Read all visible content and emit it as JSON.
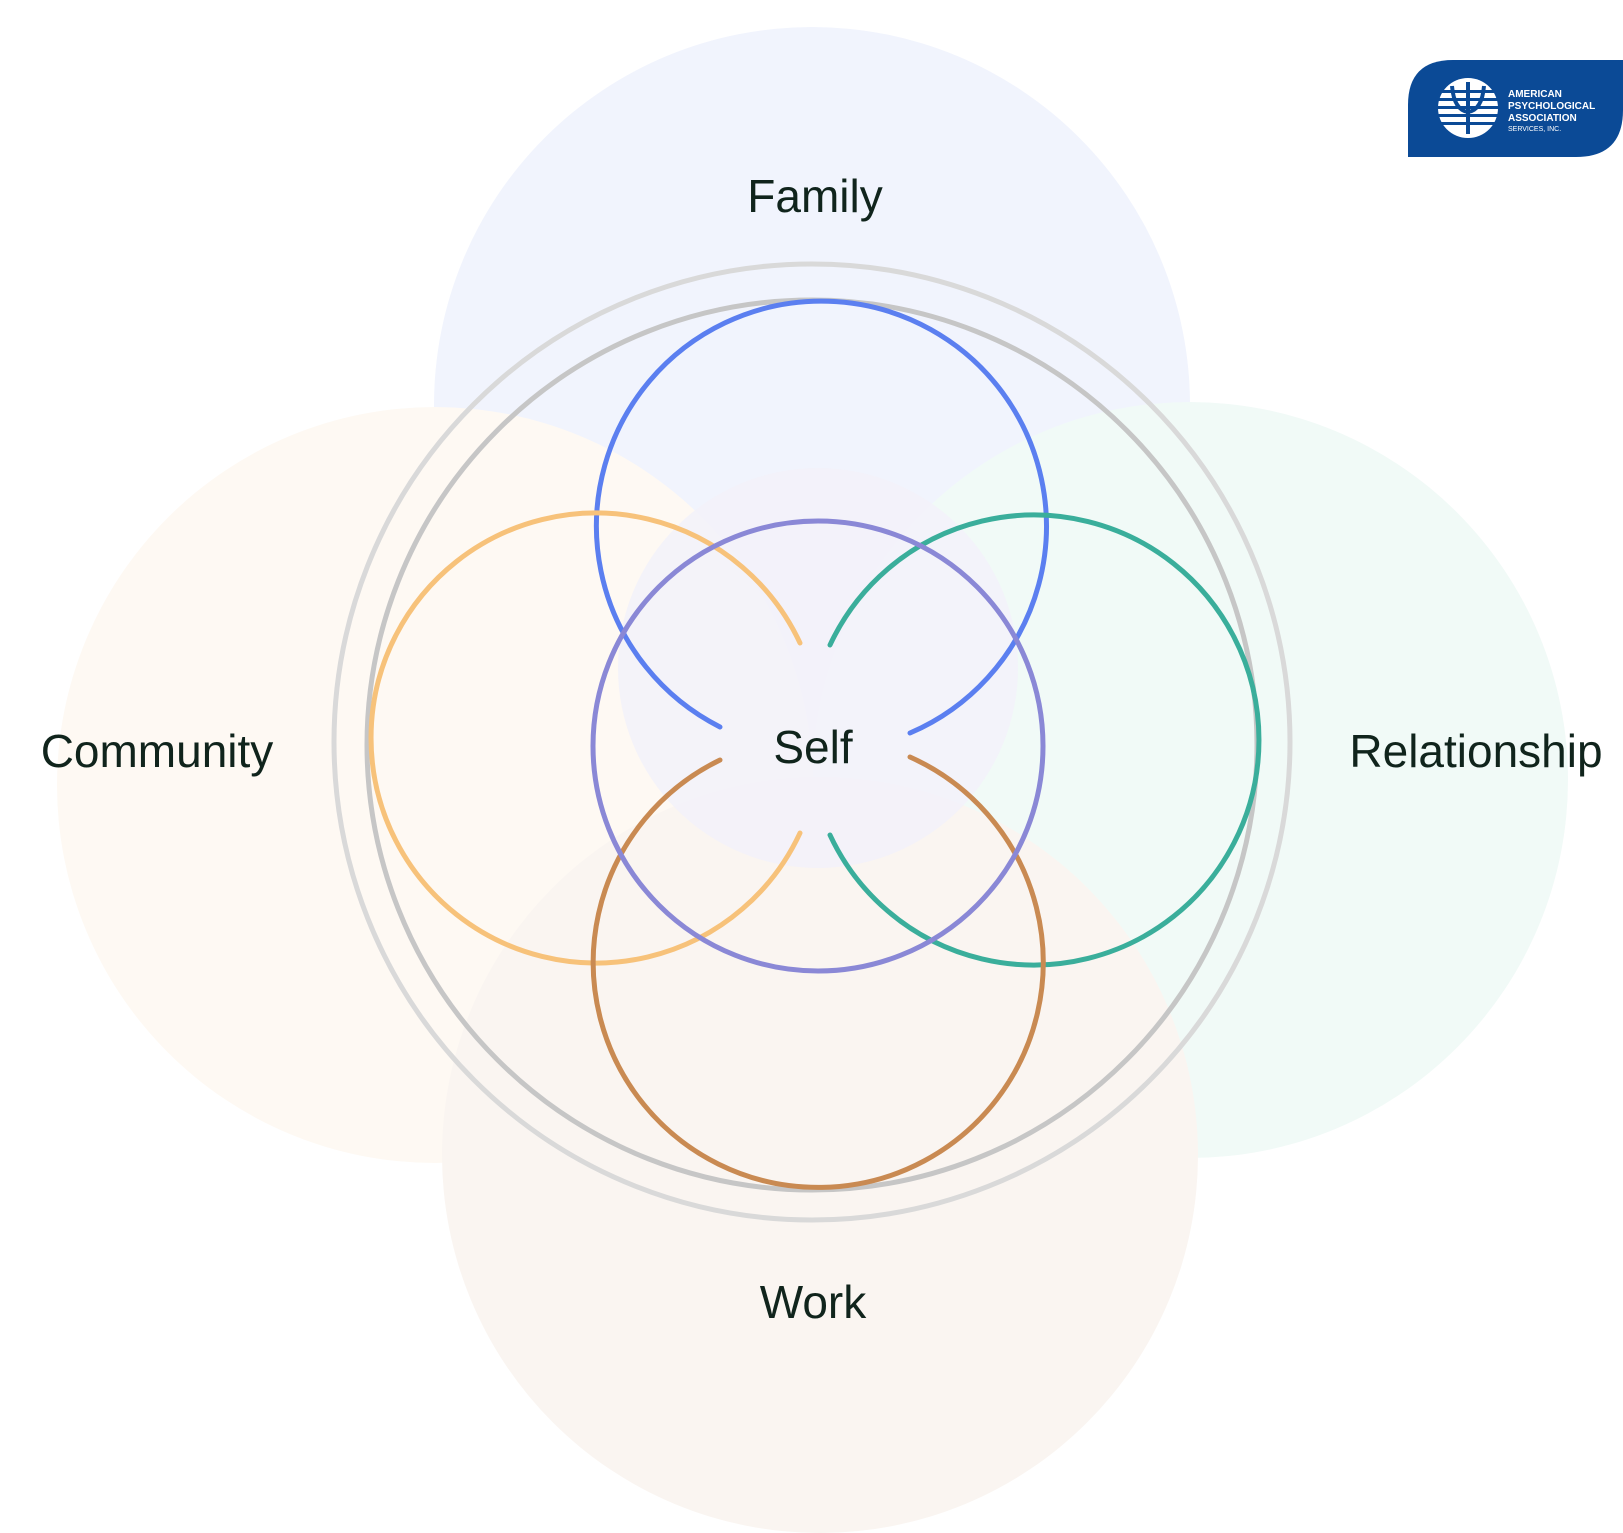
{
  "labels": {
    "family": "Family",
    "community": "Community",
    "relationship": "Relationship",
    "work": "Work",
    "self": "Self"
  },
  "logo": {
    "line1": "AMERICAN",
    "line2": "PSYCHOLOGICAL",
    "line3": "ASSOCIATION",
    "line4": "SERVICES, INC."
  },
  "colors": {
    "family": "#5b7ff0",
    "community": "#f7c27a",
    "relationship": "#3aae9b",
    "work": "#c98a52",
    "self": "#8a88d6",
    "outer_rings": "#c8c8c8",
    "logo_bg": "#0b4a96",
    "text": "#10241c"
  }
}
